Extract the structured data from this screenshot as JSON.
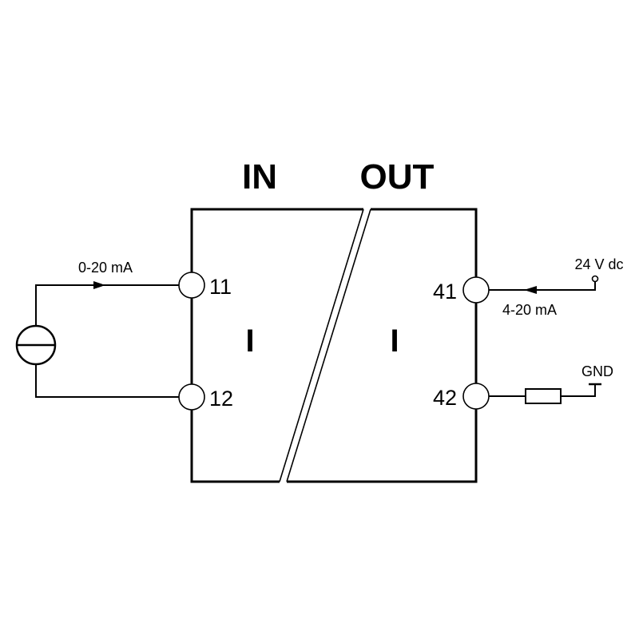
{
  "labels": {
    "in_heading": "IN",
    "out_heading": "OUT",
    "in_symbol": "I",
    "out_symbol": "I"
  },
  "terminals": {
    "t11": "11",
    "t12": "12",
    "t41": "41",
    "t42": "42"
  },
  "signals": {
    "input_range": "0-20 mA",
    "output_range": "4-20 mA",
    "supply": "24 V dc",
    "ground": "GND"
  },
  "icons": {
    "current_source": "current-source-icon",
    "resistor": "resistor-icon",
    "ground": "ground-icon",
    "supply_terminal": "supply-terminal-icon",
    "arrow": "arrow-icon"
  },
  "colors": {
    "line": "#000000",
    "background": "#ffffff"
  }
}
